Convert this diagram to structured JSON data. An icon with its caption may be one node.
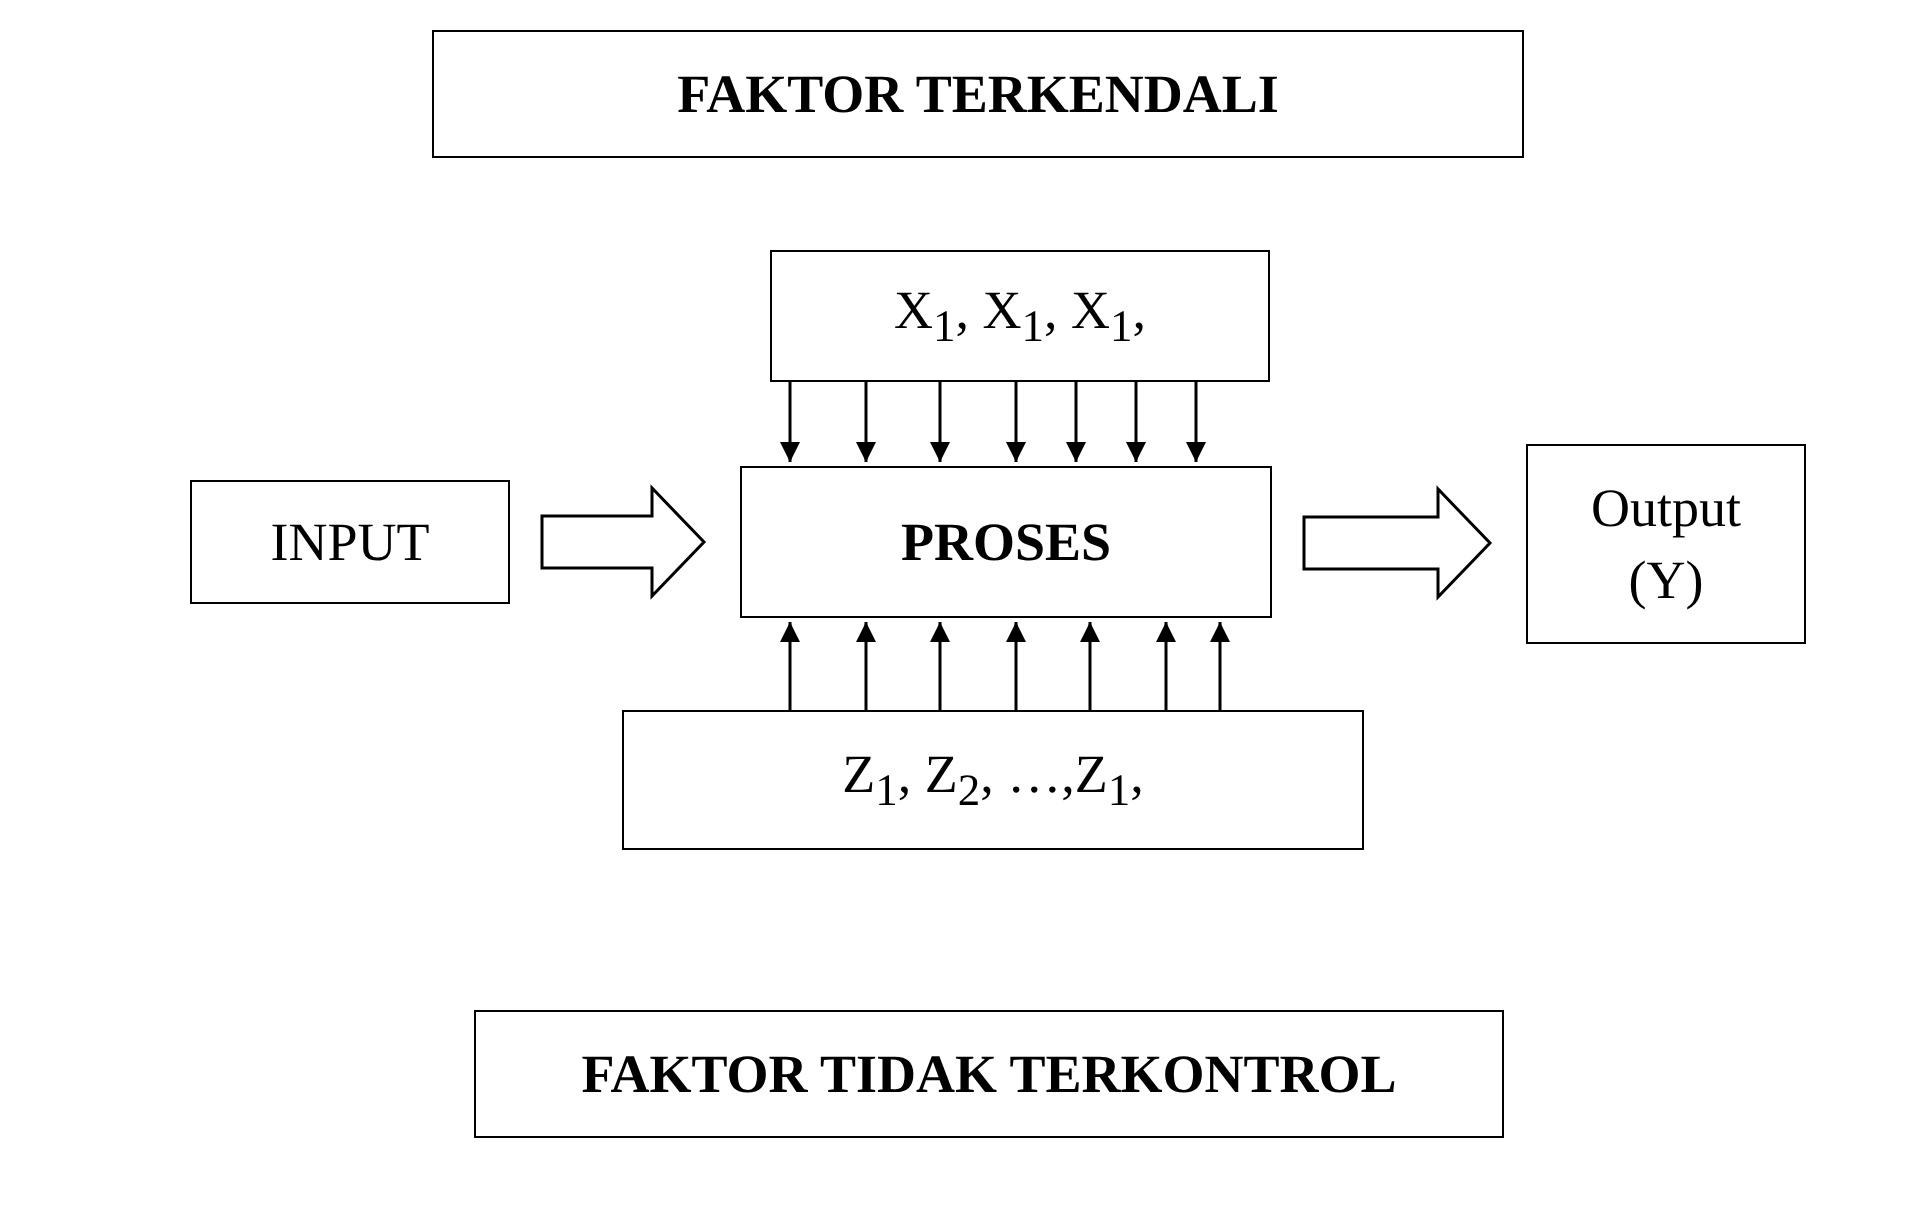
{
  "diagram": {
    "nodes": [
      {
        "text": [
          "FAKTOR TERKENDALI"
        ]
      },
      {
        "text": [
          "X$_{1}$, X$_{1}$, X$_{1}$,"
        ]
      },
      {
        "text": [
          "INPUT"
        ]
      },
      {
        "text": [
          "PROSES"
        ]
      },
      {
        "text": [
          "Output (Y)"
        ]
      },
      {
        "text": [
          "Z$_{1}$, Z$_{2}$, …,Z$_{1}$,"
        ]
      },
      {
        "text": [
          "FAKTOR TIDAK TERKONTROL"
        ]
      }
    ],
    "edges": [
      {
        "from": 1,
        "to": 3,
        "arrow": "to"
      },
      {
        "from": 1,
        "to": 3,
        "arrow": "to"
      },
      {
        "from": 1,
        "to": 3,
        "arrow": "to"
      },
      {
        "from": 1,
        "to": 3,
        "arrow": "to"
      },
      {
        "from": 1,
        "to": 3,
        "arrow": "to"
      },
      {
        "from": 1,
        "to": 3,
        "arrow": "to"
      },
      {
        "from": 1,
        "to": 3,
        "arrow": "to"
      },
      {
        "from": 5,
        "to": 3,
        "arrow": "to"
      },
      {
        "from": 5,
        "to": 3,
        "arrow": "to"
      },
      {
        "from": 5,
        "to": 3,
        "arrow": "to"
      },
      {
        "from": 5,
        "to": 3,
        "arrow": "to"
      },
      {
        "from": 5,
        "to": 3,
        "arrow": "to"
      },
      {
        "from": 5,
        "to": 3,
        "arrow": "to"
      },
      {
        "from": 5,
        "to": 3,
        "arrow": "to"
      },
      {
        "from": 2,
        "to": 3,
        "arrow": "to",
        "style": "thick"
      },
      {
        "from": 3,
        "to": 4,
        "arrow": "to",
        "style": "thick"
      }
    ]
  }
}
